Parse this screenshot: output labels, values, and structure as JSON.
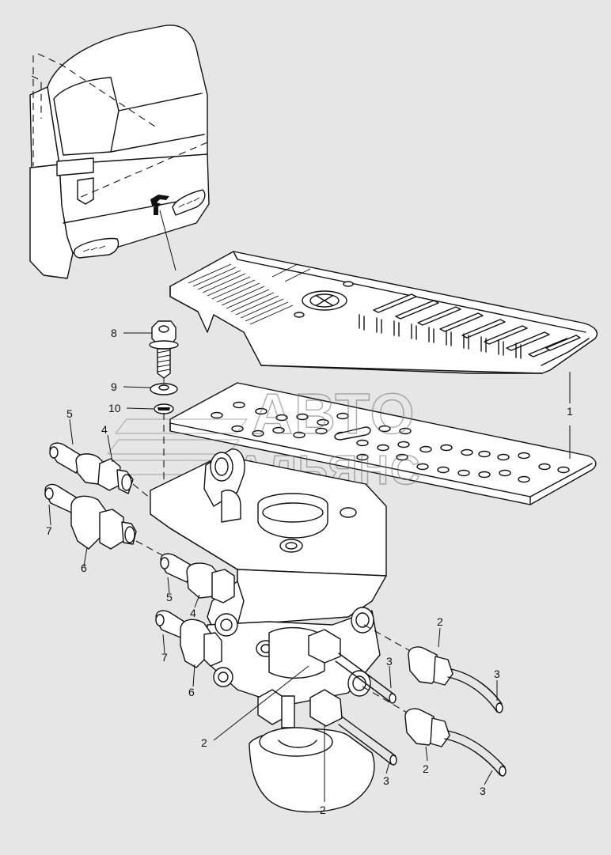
{
  "watermark": {
    "line1": "АВТО",
    "line2": "АЛЬЯНС"
  },
  "labels": {
    "part_1": "1",
    "part_2_a": "2",
    "part_2_b": "2",
    "part_2_c": "2",
    "part_2_d": "2",
    "part_3_a": "3",
    "part_3_b": "3",
    "part_3_c": "3",
    "part_3_d": "3",
    "part_4_a": "4",
    "part_4_b": "4",
    "part_5_a": "5",
    "part_5_b": "5",
    "part_6_a": "6",
    "part_6_b": "6",
    "part_7_a": "7",
    "part_7_b": "7",
    "part_8": "8",
    "part_9": "9",
    "part_10": "10"
  },
  "colors": {
    "background": "#e6e6e6",
    "line": "#111111",
    "watermark": "#6a6a6a"
  }
}
